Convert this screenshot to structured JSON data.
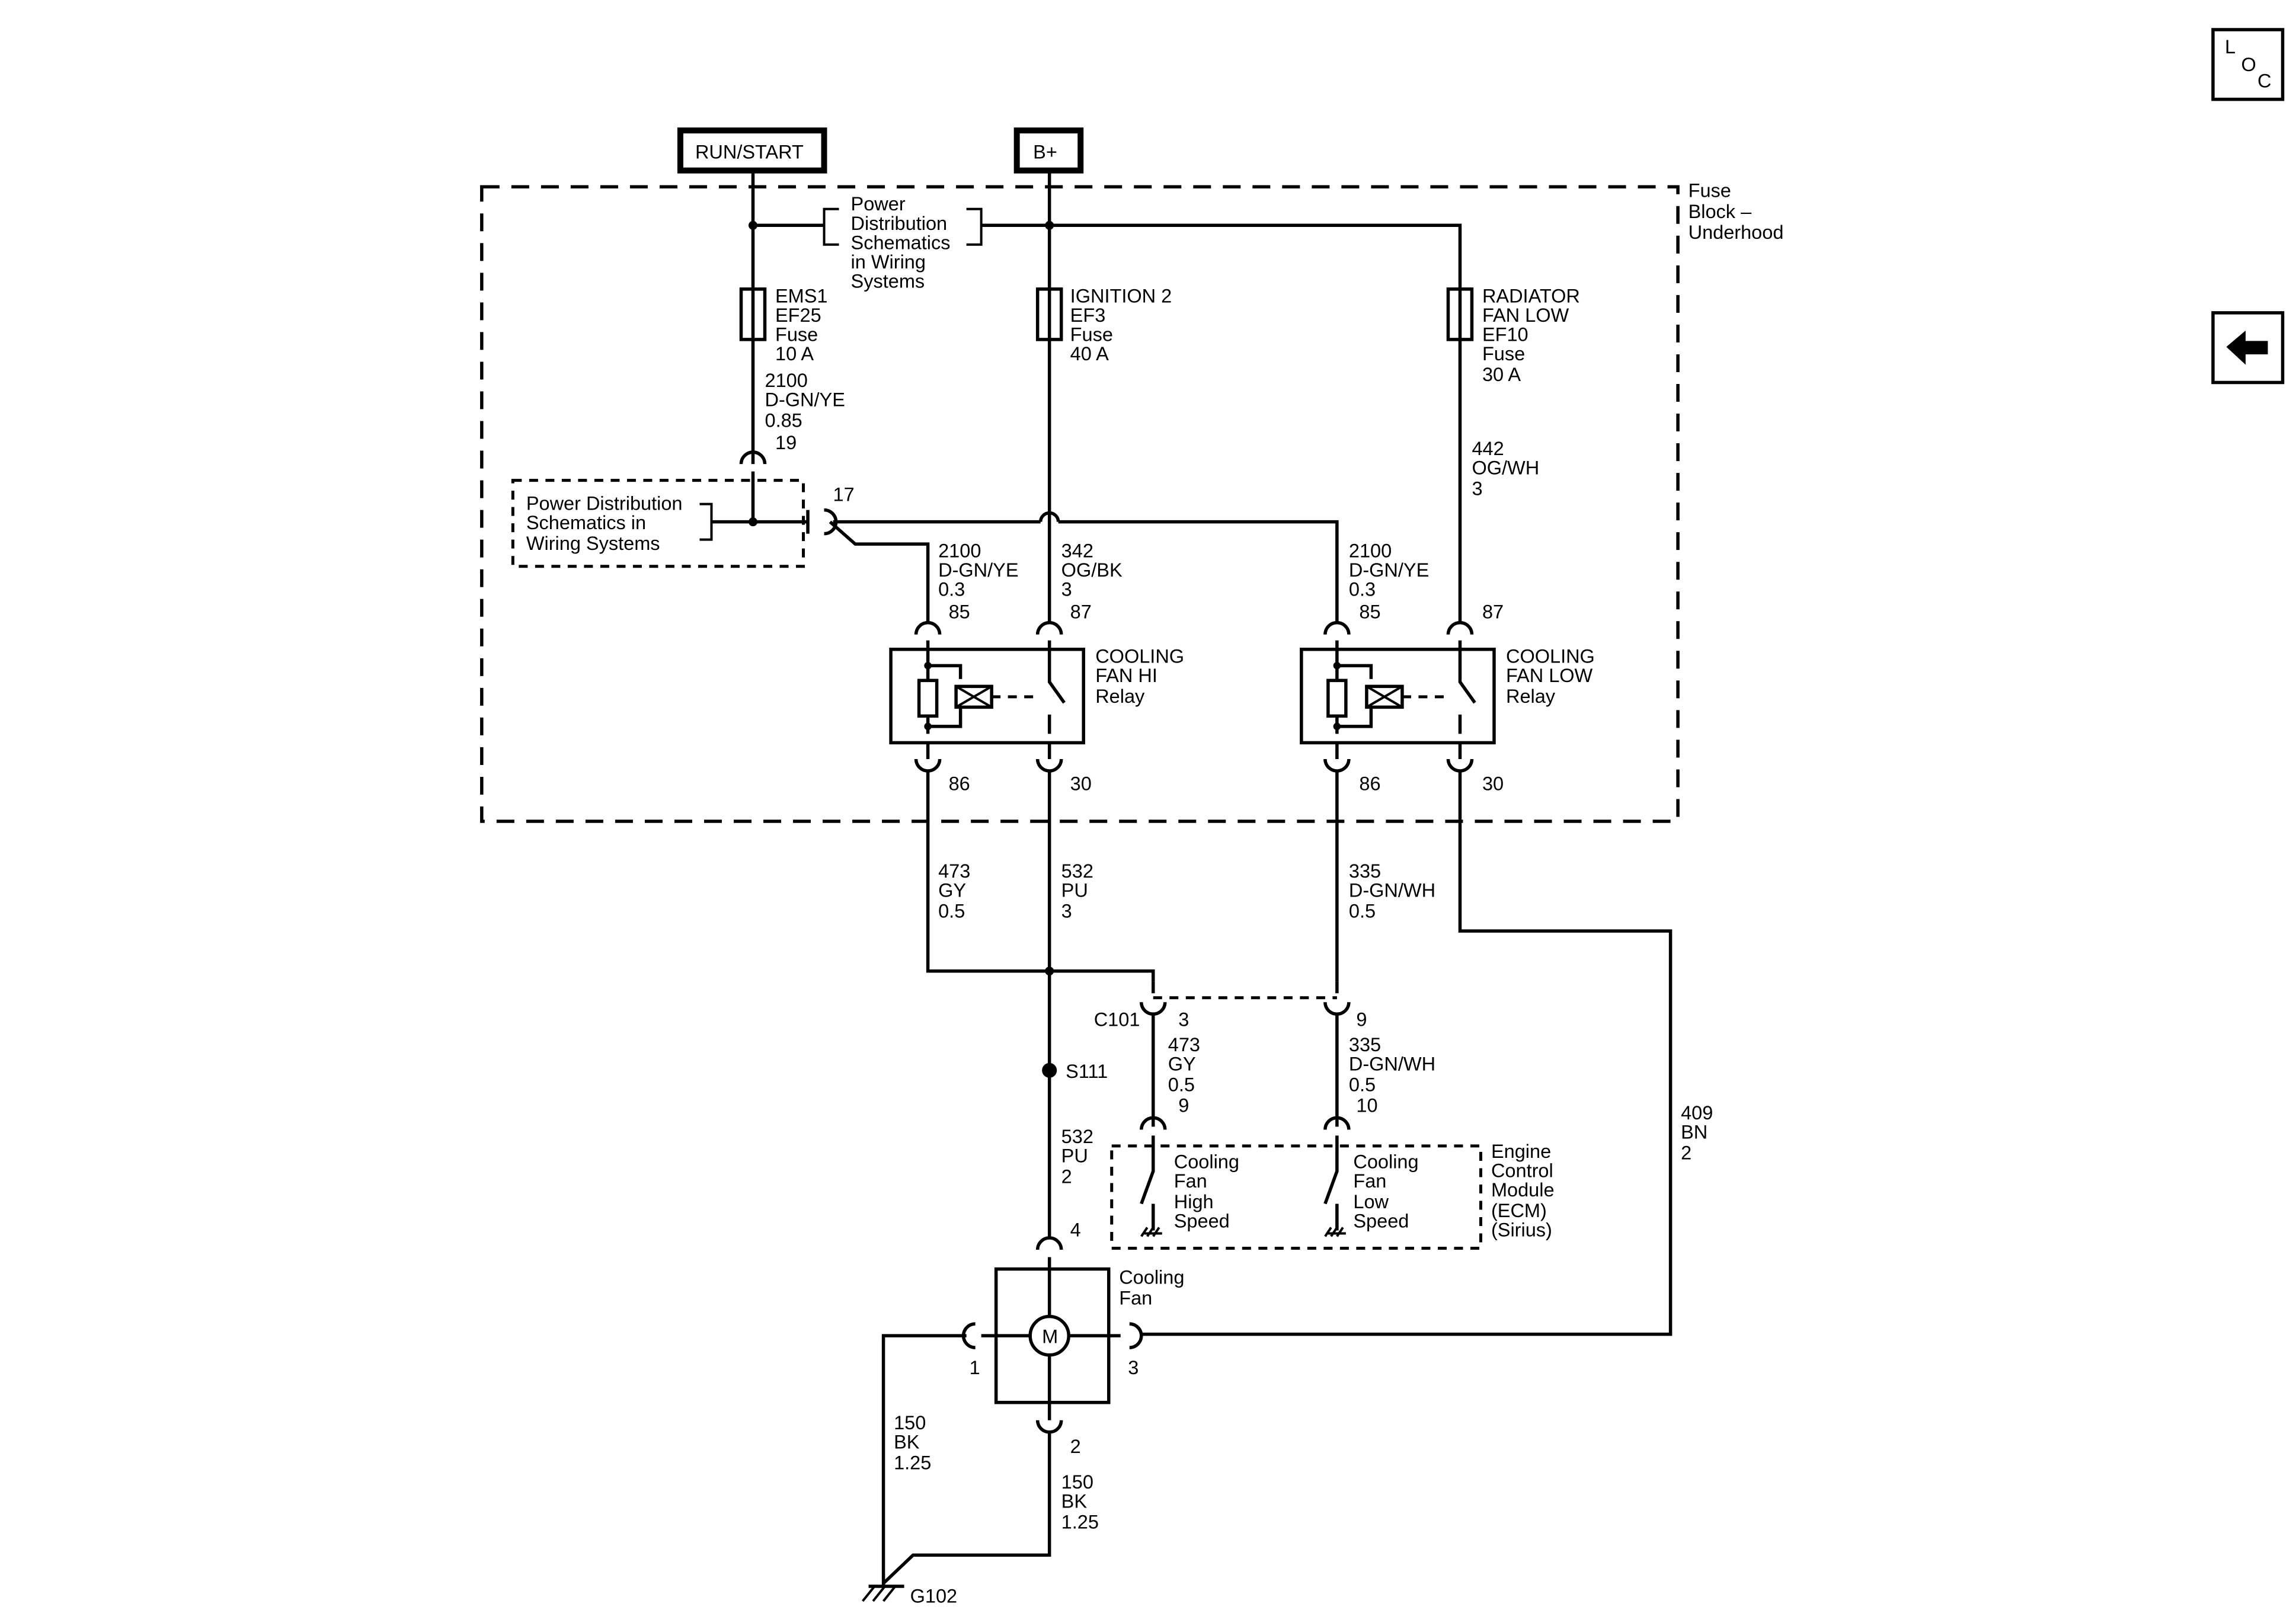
{
  "nav": {
    "loc_label": "L O C",
    "back_icon": "left-arrow-icon"
  },
  "power": {
    "run_start": "RUN/START",
    "b_plus": "B+"
  },
  "fuse_block": {
    "line1": "Fuse",
    "line2": "Block –",
    "line3": "Underhood"
  },
  "pds_top": {
    "l1": "Power",
    "l2": "Distribution",
    "l3": "Schematics",
    "l4": "in Wiring",
    "l5": "Systems"
  },
  "pds_left": {
    "l1": "Power Distribution",
    "l2": "Schematics in",
    "l3": "Wiring Systems"
  },
  "fuses": [
    {
      "l1": "EMS1",
      "l2": "EF25",
      "l3": "Fuse",
      "l4": "10 A"
    },
    {
      "l1": "IGNITION 2",
      "l2": "EF3",
      "l3": "Fuse",
      "l4": "40 A"
    },
    {
      "l1": "RADIATOR",
      "l2": "FAN LOW",
      "l3": "EF10",
      "l4": "Fuse",
      "l5": "30 A"
    }
  ],
  "wires": {
    "w2100_top": {
      "l1": "2100",
      "l2": "D-GN/YE",
      "l3": "0.85"
    },
    "w442": {
      "l1": "442",
      "l2": "OG/WH",
      "l3": "3"
    },
    "w2100_hi": {
      "l1": "2100",
      "l2": "D-GN/YE",
      "l3": "0.3"
    },
    "w342": {
      "l1": "342",
      "l2": "OG/BK",
      "l3": "3"
    },
    "w2100_low": {
      "l1": "2100",
      "l2": "D-GN/YE",
      "l3": "0.3"
    },
    "w473_top": {
      "l1": "473",
      "l2": "GY",
      "l3": "0.5"
    },
    "w532_top": {
      "l1": "532",
      "l2": "PU",
      "l3": "3"
    },
    "w335_top": {
      "l1": "335",
      "l2": "D-GN/WH",
      "l3": "0.5"
    },
    "w473_bot": {
      "l1": "473",
      "l2": "GY",
      "l3": "0.5"
    },
    "w335_bot": {
      "l1": "335",
      "l2": "D-GN/WH",
      "l3": "0.5"
    },
    "w532_bot": {
      "l1": "532",
      "l2": "PU",
      "l3": "2"
    },
    "w409": {
      "l1": "409",
      "l2": "BN",
      "l3": "2"
    },
    "w150_left": {
      "l1": "150",
      "l2": "BK",
      "l3": "1.25"
    },
    "w150_bot": {
      "l1": "150",
      "l2": "BK",
      "l3": "1.25"
    }
  },
  "pins": {
    "p19": "19",
    "p17": "17",
    "hi_85": "85",
    "hi_87": "87",
    "hi_86": "86",
    "hi_30": "30",
    "low_85": "85",
    "low_87": "87",
    "low_86": "86",
    "low_30": "30",
    "c101_3": "3",
    "c101_9": "9",
    "ecm_9": "9",
    "ecm_10": "10",
    "fan_4": "4",
    "fan_1": "1",
    "fan_3": "3",
    "fan_2": "2"
  },
  "relays": {
    "hi": {
      "l1": "COOLING",
      "l2": "FAN HI",
      "l3": "Relay"
    },
    "low": {
      "l1": "COOLING",
      "l2": "FAN LOW",
      "l3": "Relay"
    }
  },
  "c101": "C101",
  "s111": "S111",
  "ecm": {
    "l1": "Engine",
    "l2": "Control",
    "l3": "Module",
    "l4": "(ECM)",
    "l5": "(Sirius)",
    "high": {
      "l1": "Cooling",
      "l2": "Fan",
      "l3": "High",
      "l4": "Speed"
    },
    "low": {
      "l1": "Cooling",
      "l2": "Fan",
      "l3": "Low",
      "l4": "Speed"
    }
  },
  "fan": {
    "l1": "Cooling",
    "l2": "Fan",
    "motor": "M"
  },
  "ground": "G102"
}
